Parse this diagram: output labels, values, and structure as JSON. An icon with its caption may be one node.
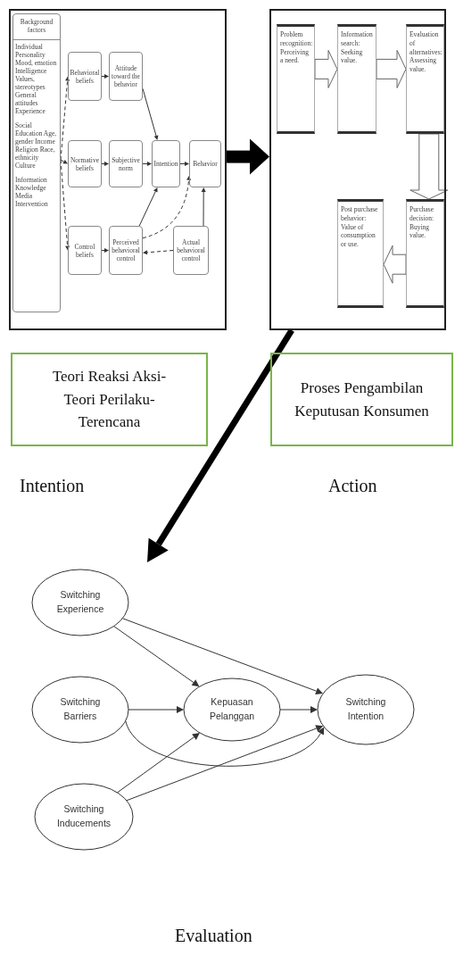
{
  "diagram": {
    "nodes": [
      {
        "text": [],
        "shape": "box"
      },
      {
        "text": [
          "Background factors",
          "Individual Personality Mood, emotion Intelligence Values, stereotypes General attitudes Experience",
          "Social Education Age, gender Income Religion Race, ethnicity Culture",
          "Information Knowledge Media Intervention"
        ],
        "in": 0
      },
      {
        "text": [
          "Behavioral beliefs"
        ],
        "in": 0
      },
      {
        "text": [
          "Normative beliefs"
        ],
        "in": 0
      },
      {
        "text": [
          "Control beliefs"
        ],
        "in": 0
      },
      {
        "text": [
          "Attitude toward the behavior"
        ],
        "in": 0
      },
      {
        "text": [
          "Subjective norm"
        ],
        "in": 0
      },
      {
        "text": [
          "Perceived behavioral control"
        ],
        "in": 0
      },
      {
        "text": [
          "Intention"
        ],
        "in": 0
      },
      {
        "text": [
          "Behavior"
        ],
        "in": 0
      },
      {
        "text": [
          "Actual behavioral control"
        ],
        "in": 0
      },
      {
        "text": [],
        "shape": "box"
      },
      {
        "text": [
          "Problem recognition: Perceiving a need."
        ],
        "in": 11
      },
      {
        "text": [
          "Information search: Seeking value."
        ],
        "in": 11
      },
      {
        "text": [
          "Evaluation of alternatives: Assessing value."
        ],
        "in": 11
      },
      {
        "text": [
          "Purchase decision: Buying value."
        ],
        "in": 11
      },
      {
        "text": [
          "Post purchase behavior: Value of consumption or use."
        ],
        "in": 11
      },
      {
        "text": [
          "Teori Reaksi Aksi- Teori Perilaku- Terencana"
        ]
      },
      {
        "text": [
          "Proses Pengambilan Keputusan Konsumen"
        ]
      },
      {
        "text": [
          "Switching Experience"
        ]
      },
      {
        "text": [
          "Switching Barriers"
        ]
      },
      {
        "text": [
          "Switching Inducements"
        ]
      },
      {
        "text": [
          "Kepuasan Pelanggan"
        ]
      },
      {
        "text": [
          "Switching Intention"
        ]
      }
    ],
    "edges": [
      {
        "from": 1,
        "to": 2,
        "arrow": "to",
        "style": "dashed"
      },
      {
        "from": 1,
        "to": 3,
        "arrow": "to",
        "style": "dashed"
      },
      {
        "from": 1,
        "to": 4,
        "arrow": "to",
        "style": "dashed"
      },
      {
        "from": 2,
        "to": 5,
        "arrow": "to"
      },
      {
        "from": 3,
        "to": 6,
        "arrow": "to"
      },
      {
        "from": 4,
        "to": 7,
        "arrow": "to"
      },
      {
        "from": 5,
        "to": 8,
        "arrow": "to"
      },
      {
        "from": 6,
        "to": 8,
        "arrow": "to"
      },
      {
        "from": 7,
        "to": 8,
        "arrow": "to"
      },
      {
        "from": 8,
        "to": 9,
        "arrow": "to"
      },
      {
        "from": 10,
        "to": 9,
        "arrow": "to"
      },
      {
        "from": 10,
        "to": 7,
        "arrow": "to",
        "style": "dashed"
      },
      {
        "from": 7,
        "to": 9,
        "arrow": "to",
        "style": "dashed"
      },
      {
        "from": 0,
        "to": 11,
        "arrow": "to",
        "style": "thick"
      },
      {
        "from": 11,
        "to": null,
        "arrow": "to",
        "style": "thick"
      },
      {
        "from": 12,
        "to": 13,
        "arrow": "to"
      },
      {
        "from": 13,
        "to": 14,
        "arrow": "to"
      },
      {
        "from": 14,
        "to": 15,
        "arrow": "to"
      },
      {
        "from": 15,
        "to": 16,
        "arrow": "to"
      },
      {
        "from": 19,
        "to": 22,
        "arrow": "to"
      },
      {
        "from": 19,
        "to": 23,
        "arrow": "to"
      },
      {
        "from": 20,
        "to": 22,
        "arrow": "to"
      },
      {
        "from": 20,
        "to": 23,
        "arrow": "to"
      },
      {
        "from": 21,
        "to": 22,
        "arrow": "to"
      },
      {
        "from": 21,
        "to": 23,
        "arrow": "to"
      },
      {
        "from": 22,
        "to": 23,
        "arrow": "to"
      }
    ],
    "labels": [
      "Intention",
      "Action",
      "Evaluation"
    ]
  }
}
